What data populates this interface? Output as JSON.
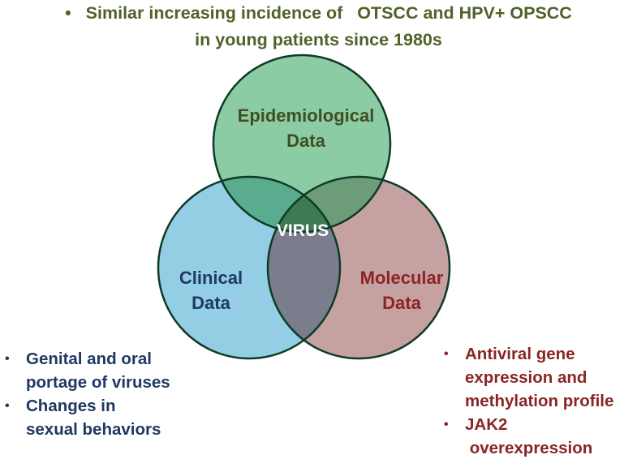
{
  "top_note": {
    "bullet": "•",
    "line1": "Similar increasing incidence of   OTSCC and HPV+ OPSCC",
    "line2": "in young patients since 1980s"
  },
  "venn": {
    "epidemiological": {
      "line1": "Epidemiological",
      "line2": "Data",
      "color": "#86c9a0"
    },
    "clinical": {
      "line1": "Clinical",
      "line2": "Data",
      "color": "#8ecbe3"
    },
    "molecular": {
      "line1": "Molecular",
      "line2": "Data",
      "color": "#c39c9c"
    },
    "center": {
      "label": "VIRUS",
      "color": "#3d7a55"
    },
    "outline_color": "#0d3b26"
  },
  "clinical_points": [
    {
      "bullet": "•",
      "line1": "Genital and oral",
      "line2": "portage of viruses"
    },
    {
      "bullet": "•",
      "line1": "Changes in",
      "line2": "sexual behaviors"
    }
  ],
  "molecular_points": [
    {
      "bullet": "•",
      "line1": "Antiviral gene",
      "line2": "expression and",
      "line3": "methylation profile"
    },
    {
      "bullet": "•",
      "line1": "JAK2",
      "line2": " overexpression"
    }
  ],
  "text_colors": {
    "top": "#4f6228",
    "clinical": "#1f3864",
    "molecular": "#8b2525"
  }
}
